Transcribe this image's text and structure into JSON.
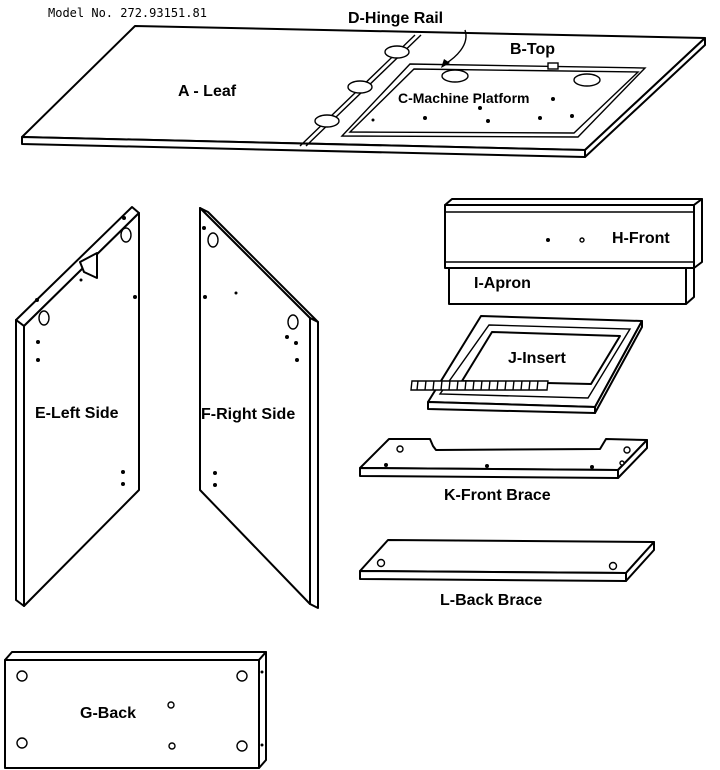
{
  "model_number": "Model No. 272.93151.81",
  "parts": {
    "a": "A - Leaf",
    "b": "B-Top",
    "c": "C-Machine Platform",
    "d": "D-Hinge Rail",
    "e": "E-Left Side",
    "f": "F-Right Side",
    "g": "G-Back",
    "h": "H-Front",
    "i": "I-Apron",
    "j": "J-Insert",
    "k": "K-Front Brace",
    "l": "L-Back Brace"
  }
}
